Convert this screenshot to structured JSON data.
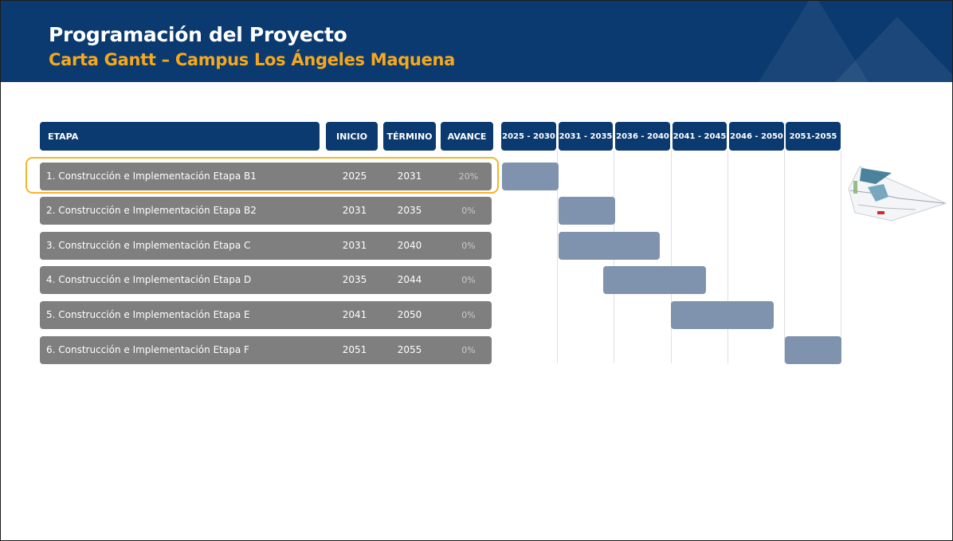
{
  "title": "Programación del Proyecto",
  "subtitle": "Carta Gantt – Campus Los Ángeles Maquena",
  "headers": {
    "stage": "ETAPA",
    "start": "INICIO",
    "end": "TÉRMINO",
    "progress": "AVANCE"
  },
  "periods": [
    "2025 - 2030",
    "2031 - 2035",
    "2036 - 2040",
    "2041 - 2045",
    "2046 - 2050",
    "2051-2055"
  ],
  "rows": [
    {
      "name": "1. Construcción e Implementación Etapa B1",
      "start": "2025",
      "end": "2031",
      "progress": "20%"
    },
    {
      "name": "2. Construcción e Implementación Etapa B2",
      "start": "2031",
      "end": "2035",
      "progress": "0%"
    },
    {
      "name": "3. Construcción e Implementación Etapa C",
      "start": "2031",
      "end": "2040",
      "progress": "0%"
    },
    {
      "name": "4. Construcción e Implementación Etapa D",
      "start": "2035",
      "end": "2044",
      "progress": "0%"
    },
    {
      "name": "5. Construcción e Implementación Etapa E",
      "start": "2041",
      "end": "2050",
      "progress": "0%"
    },
    {
      "name": "6. Construcción e Implementación Etapa F",
      "start": "2051",
      "end": "2055",
      "progress": "0%"
    }
  ],
  "chart_data": {
    "type": "gantt",
    "categories": [
      "1. Construcción e Implementación Etapa B1",
      "2. Construcción e Implementación Etapa B2",
      "3. Construcción e Implementación Etapa C",
      "4. Construcción e Implementación Etapa D",
      "5. Construcción e Implementación Etapa E",
      "6. Construcción e Implementación Etapa F"
    ],
    "periods": [
      "2025 - 2030",
      "2031 - 2035",
      "2036 - 2040",
      "2041 - 2045",
      "2046 - 2050",
      "2051-2055"
    ],
    "tasks": [
      {
        "start": 2025,
        "end": 2031,
        "progress": 0.2
      },
      {
        "start": 2031,
        "end": 2035,
        "progress": 0
      },
      {
        "start": 2031,
        "end": 2040,
        "progress": 0
      },
      {
        "start": 2035,
        "end": 2044,
        "progress": 0
      },
      {
        "start": 2041,
        "end": 2050,
        "progress": 0
      },
      {
        "start": 2051,
        "end": 2055,
        "progress": 0
      }
    ],
    "highlighted_task": 0,
    "colors": {
      "header": "#0b3a70",
      "row": "#7f7f7f",
      "bar": "#7f93ae",
      "highlight": "#f6b52a",
      "subtitle": "#f6a81c"
    }
  }
}
